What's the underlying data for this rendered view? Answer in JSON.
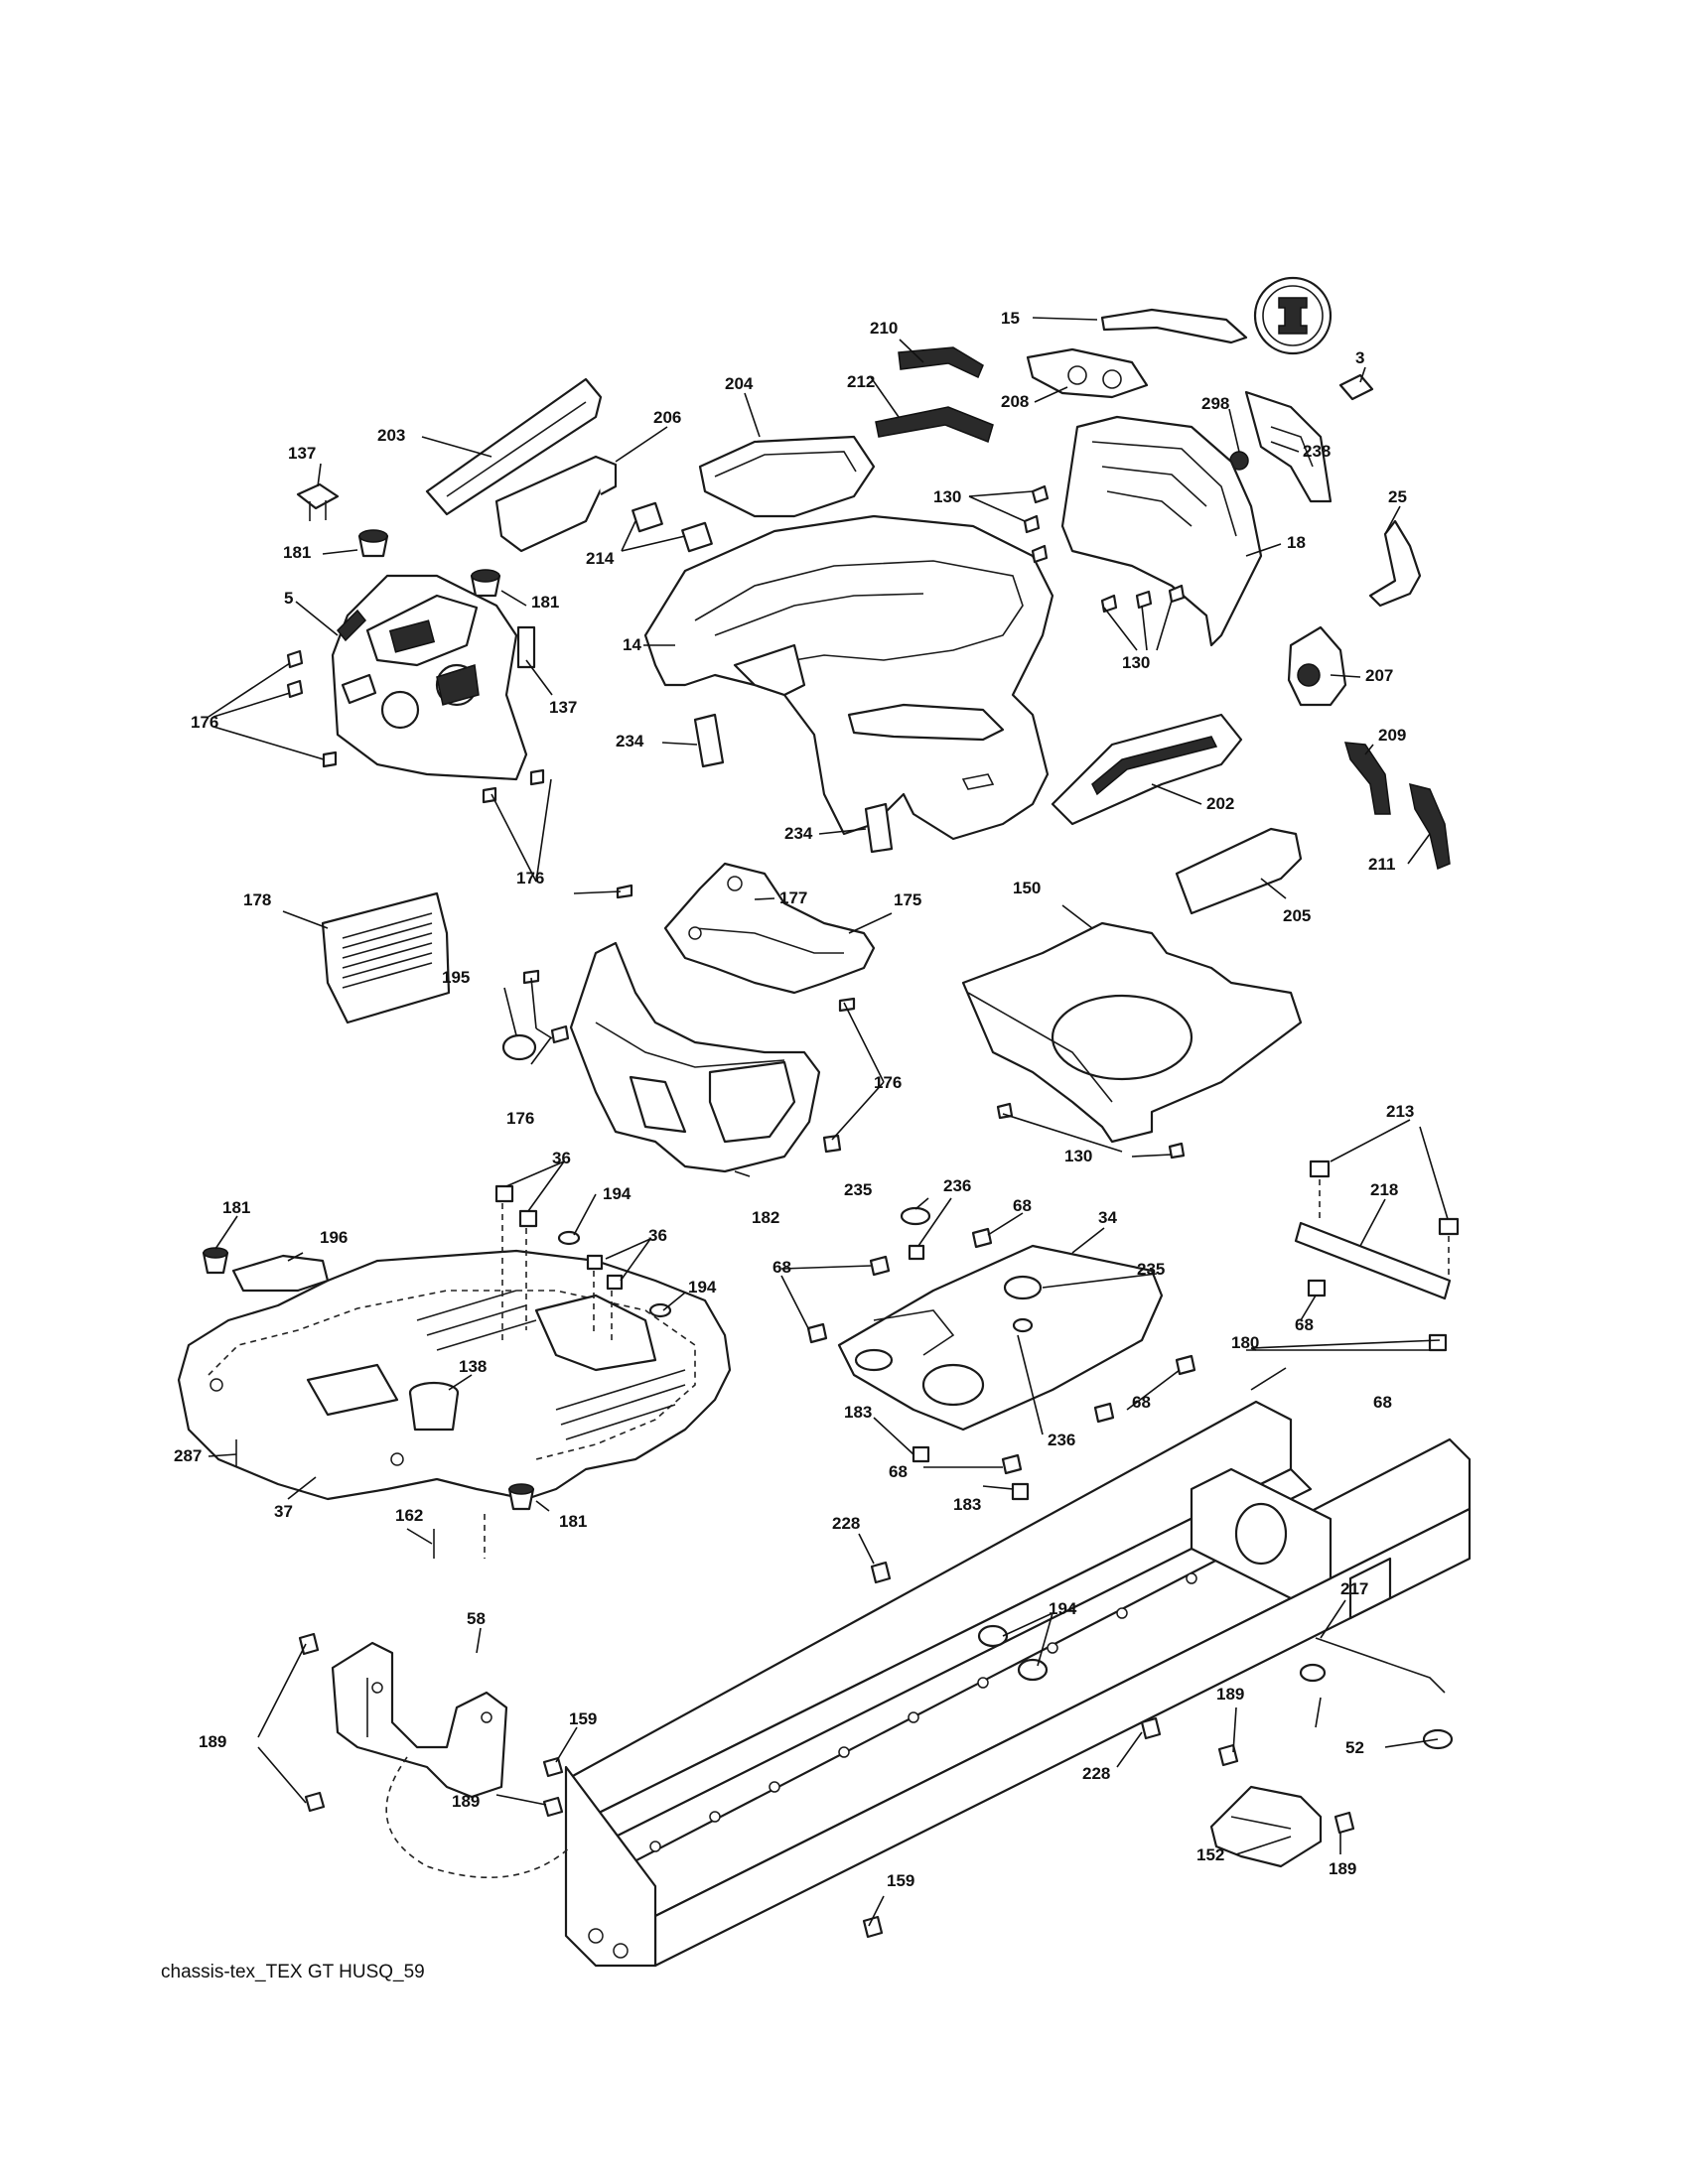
{
  "caption": "chassis-tex_TEX GT HUSQ_59",
  "callout_numbers": [
    "3",
    "5",
    "14",
    "15",
    "18",
    "25",
    "34",
    "36",
    "37",
    "52",
    "58",
    "68",
    "130",
    "137",
    "138",
    "150",
    "152",
    "159",
    "162",
    "175",
    "176",
    "177",
    "178",
    "180",
    "181",
    "182",
    "183",
    "189",
    "194",
    "195",
    "196",
    "202",
    "203",
    "204",
    "205",
    "206",
    "207",
    "208",
    "209",
    "210",
    "211",
    "212",
    "213",
    "214",
    "217",
    "218",
    "228",
    "234",
    "235",
    "236",
    "238",
    "287",
    "298"
  ],
  "callouts": [
    {
      "label": "210"
    },
    {
      "label": "15"
    },
    {
      "label": "3"
    },
    {
      "label": "204"
    },
    {
      "label": "212"
    },
    {
      "label": "208"
    },
    {
      "label": "298"
    },
    {
      "label": "238"
    },
    {
      "label": "137"
    },
    {
      "label": "203"
    },
    {
      "label": "206"
    },
    {
      "label": "130"
    },
    {
      "label": "25"
    },
    {
      "label": "181"
    },
    {
      "label": "214"
    },
    {
      "label": "18"
    },
    {
      "label": "5"
    },
    {
      "label": "181"
    },
    {
      "label": "14"
    },
    {
      "label": "130"
    },
    {
      "label": "207"
    },
    {
      "label": "176"
    },
    {
      "label": "137"
    },
    {
      "label": "209"
    },
    {
      "label": "234"
    },
    {
      "label": "202"
    },
    {
      "label": "234"
    },
    {
      "label": "211"
    },
    {
      "label": "176"
    },
    {
      "label": "177"
    },
    {
      "label": "175"
    },
    {
      "label": "150"
    },
    {
      "label": "178"
    },
    {
      "label": "205"
    },
    {
      "label": "195"
    },
    {
      "label": "176"
    },
    {
      "label": "176"
    },
    {
      "label": "130"
    },
    {
      "label": "213"
    },
    {
      "label": "36"
    },
    {
      "label": "235"
    },
    {
      "label": "236"
    },
    {
      "label": "182"
    },
    {
      "label": "194"
    },
    {
      "label": "68"
    },
    {
      "label": "218"
    },
    {
      "label": "181"
    },
    {
      "label": "34"
    },
    {
      "label": "196"
    },
    {
      "label": "36"
    },
    {
      "label": "68"
    },
    {
      "label": "235"
    },
    {
      "label": "194"
    },
    {
      "label": "68"
    },
    {
      "label": "180"
    },
    {
      "label": "138"
    },
    {
      "label": "68"
    },
    {
      "label": "68"
    },
    {
      "label": "183"
    },
    {
      "label": "287"
    },
    {
      "label": "236"
    },
    {
      "label": "68"
    },
    {
      "label": "37"
    },
    {
      "label": "162"
    },
    {
      "label": "181"
    },
    {
      "label": "183"
    },
    {
      "label": "228"
    },
    {
      "label": "194"
    },
    {
      "label": "58"
    },
    {
      "label": "217"
    },
    {
      "label": "159"
    },
    {
      "label": "189"
    },
    {
      "label": "52"
    },
    {
      "label": "189"
    },
    {
      "label": "228"
    },
    {
      "label": "189"
    },
    {
      "label": "152"
    },
    {
      "label": "159"
    },
    {
      "label": "189"
    }
  ]
}
